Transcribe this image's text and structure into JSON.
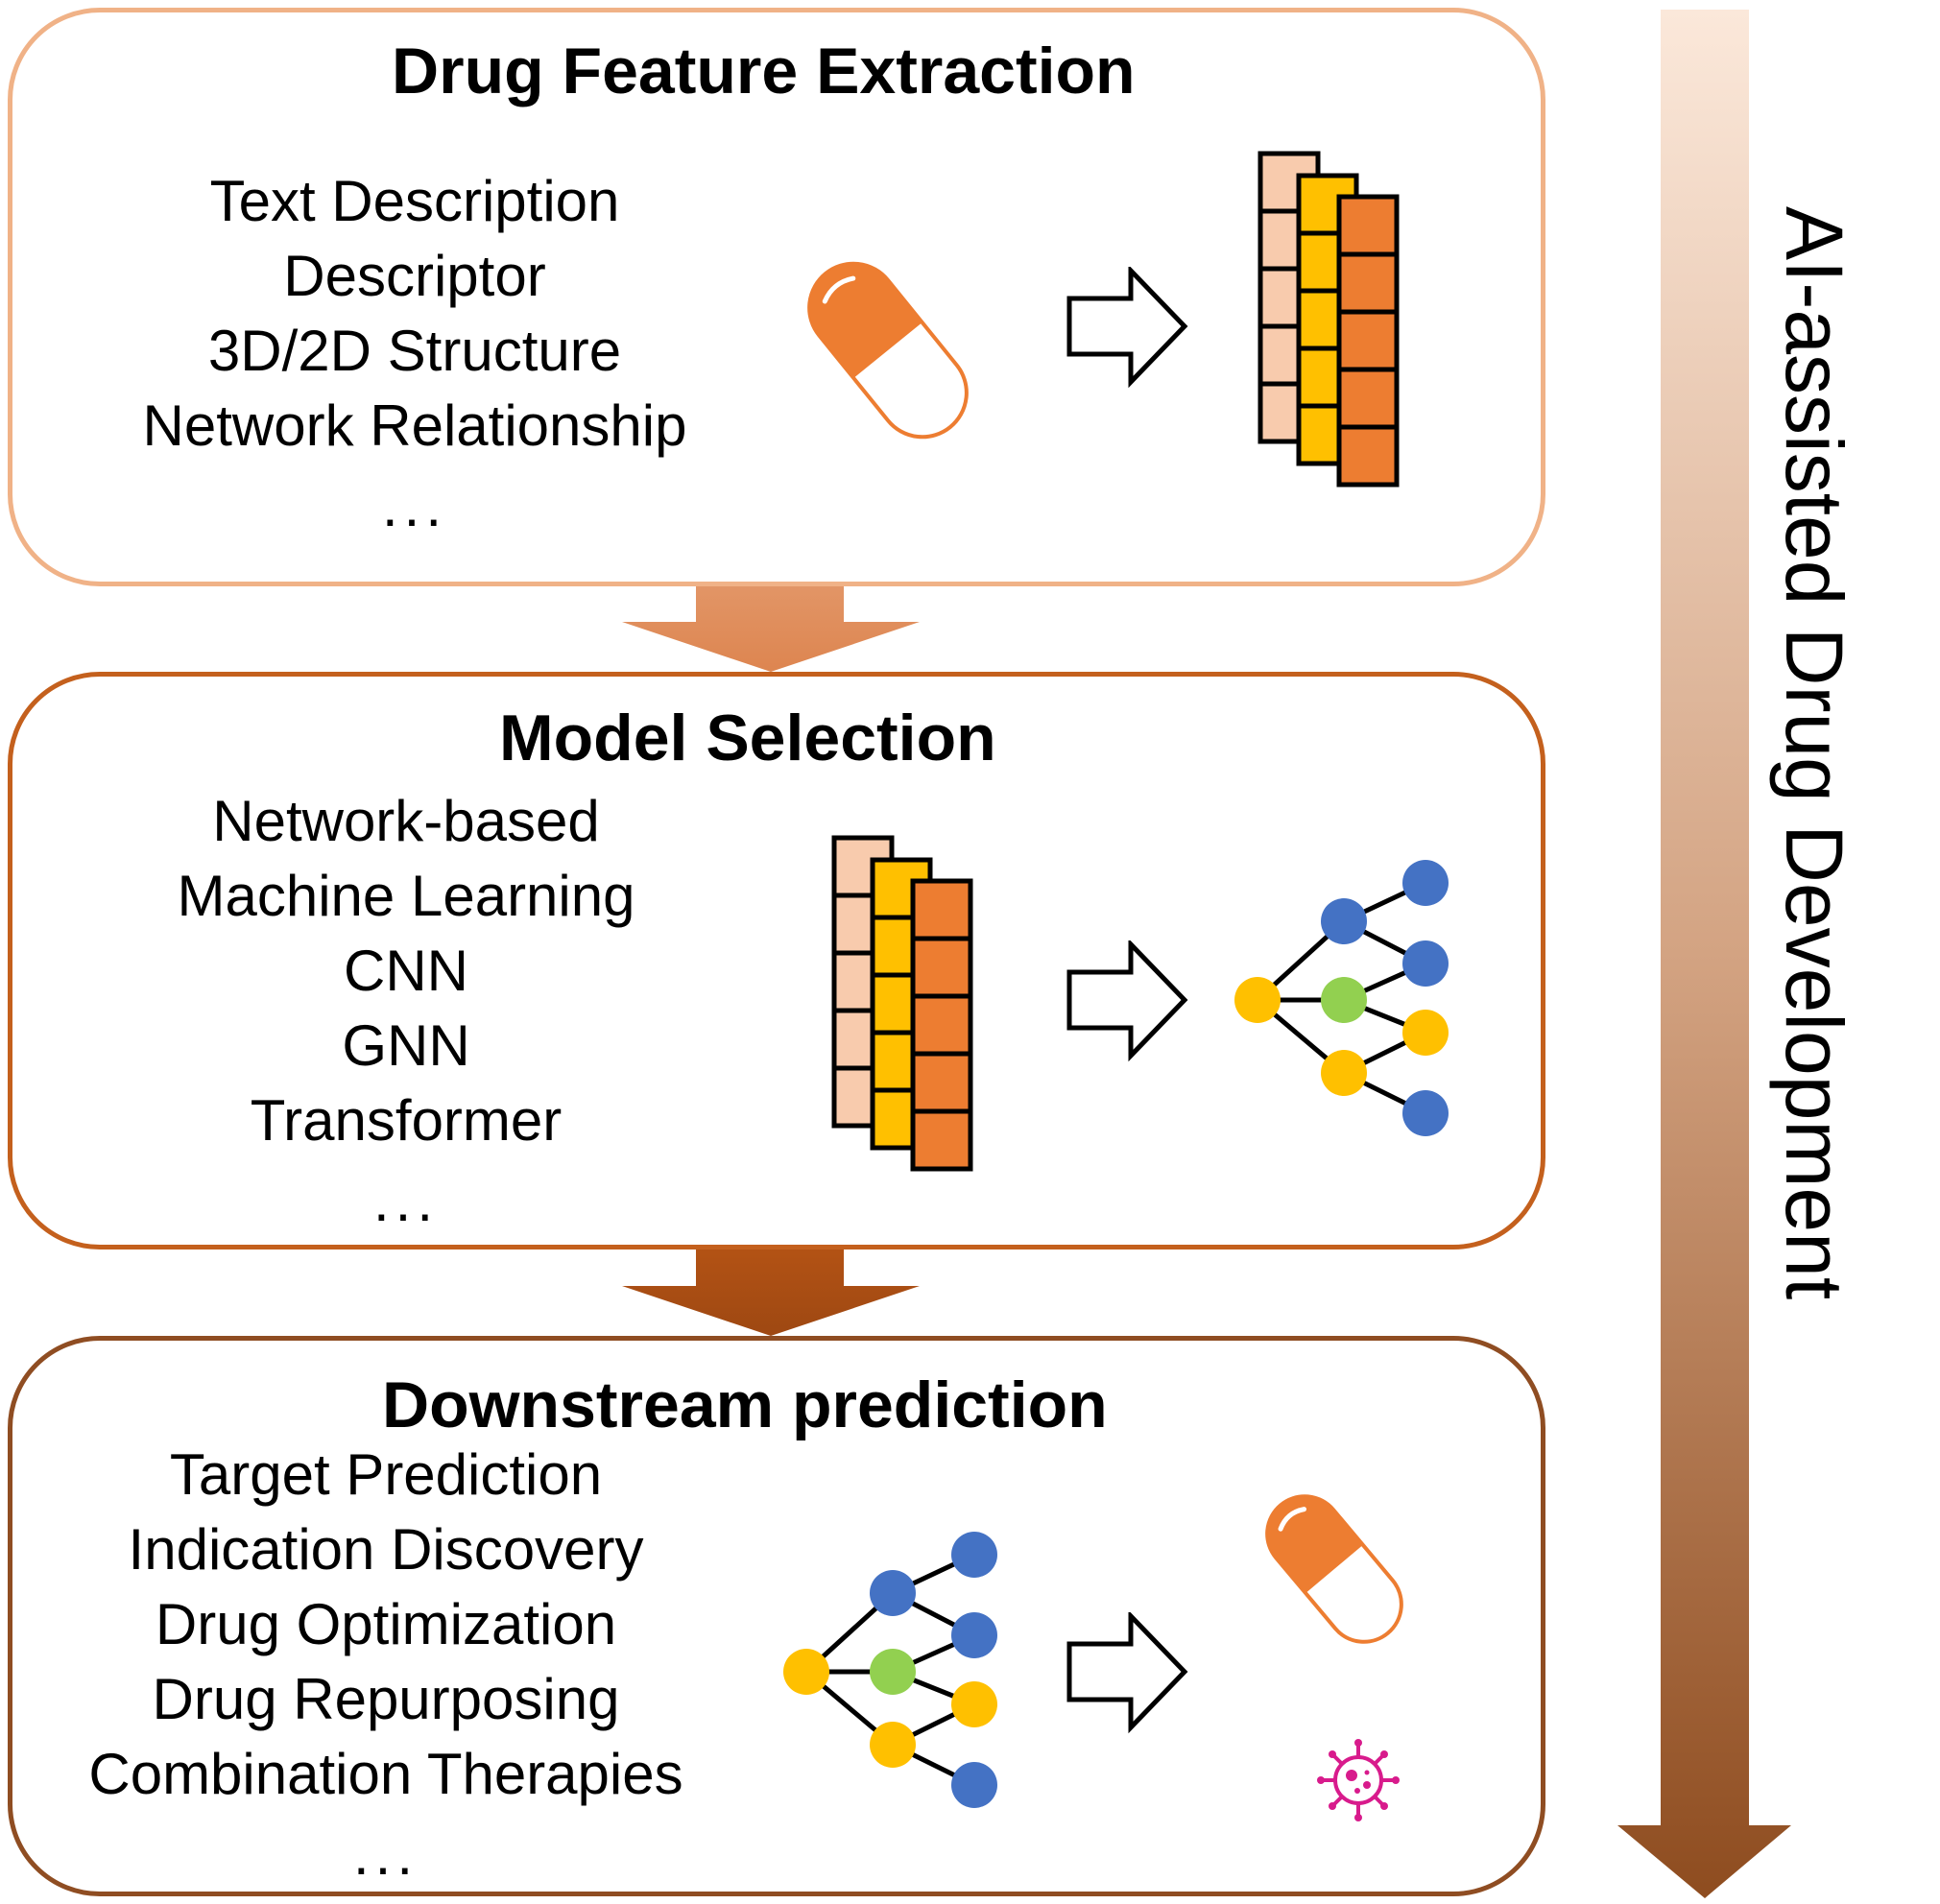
{
  "side_label": "AI-assisted Drug Development",
  "panels": [
    {
      "title": "Drug Feature Extraction",
      "items": [
        "Text Description",
        "Descriptor",
        "3D/2D Structure",
        "Network Relationship",
        "..."
      ]
    },
    {
      "title": "Model Selection",
      "items": [
        "Network-based",
        "Machine Learning",
        "CNN",
        "GNN",
        "Transformer",
        "..."
      ]
    },
    {
      "title": "Downstream prediction",
      "items": [
        "Target Prediction",
        "Indication Discovery",
        "Drug Optimization",
        "Drug Repurposing",
        "Combination Therapies",
        "..."
      ]
    }
  ],
  "icons": {
    "panel1": [
      "pill-capsule-icon",
      "right-arrow-icon",
      "feature-matrix-icon"
    ],
    "panel2": [
      "feature-matrix-icon",
      "right-arrow-icon",
      "neural-network-icon"
    ],
    "panel3": [
      "neural-network-icon",
      "right-arrow-icon",
      "pill-capsule-icon",
      "virus-icon"
    ]
  },
  "colors": {
    "panel1_border": "#f0b287",
    "panel2_border": "#c4601d",
    "panel3_border": "#8f4d22",
    "pill_orange": "#ed7d31",
    "matrix_light": "#f8cbad",
    "matrix_yellow": "#ffc000",
    "matrix_orange": "#ed7d31",
    "node_blue": "#4472c4",
    "node_green": "#92d050",
    "node_yellow": "#ffc000",
    "virus_magenta": "#d81b8c"
  }
}
